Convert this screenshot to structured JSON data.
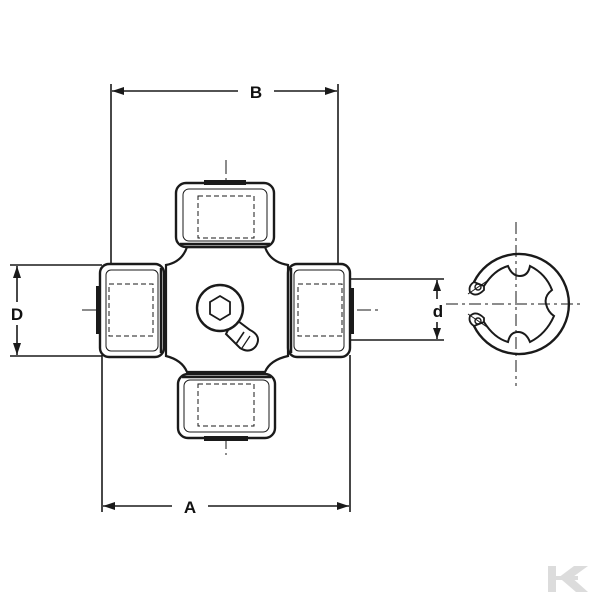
{
  "labels": {
    "dim_b": "B",
    "dim_a": "A",
    "dim_big_d": "D",
    "dim_small_d": "d"
  },
  "colors": {
    "ink": "#1a1a1a",
    "background": "#ffffff",
    "watermark": "#dcdcdc"
  },
  "icons": {
    "watermark": "brand-logo-watermark-icon"
  }
}
